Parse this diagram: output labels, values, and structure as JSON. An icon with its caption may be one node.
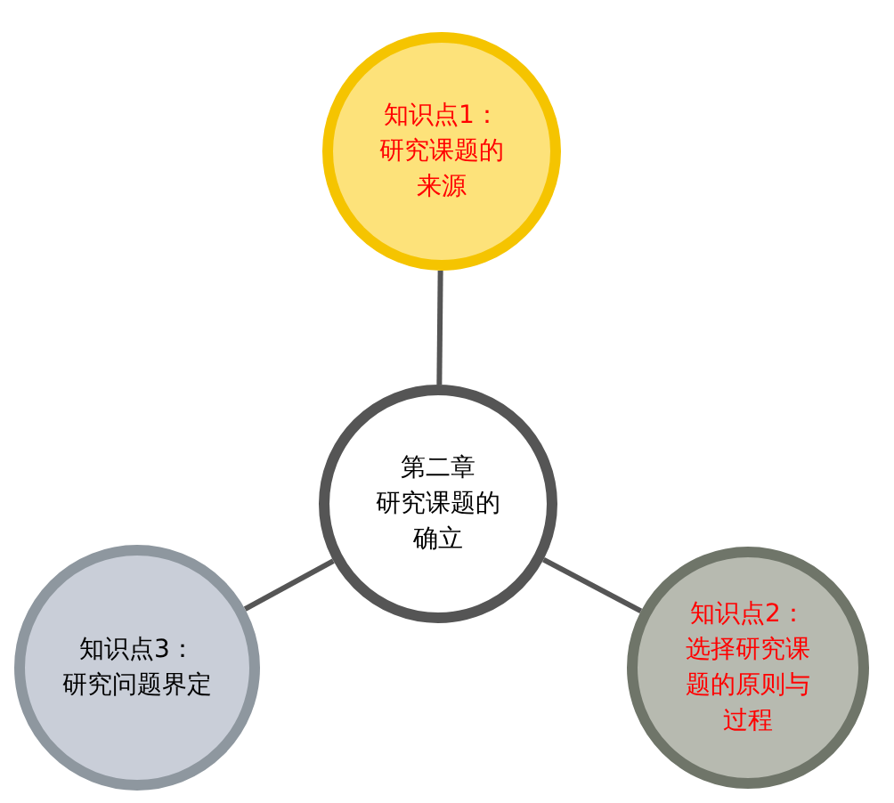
{
  "diagram": {
    "nodes": [
      {
        "text": [
          "第二章",
          "研究课题的确立"
        ]
      },
      {
        "text": [
          "知识点1：",
          "研究课题的来源"
        ]
      },
      {
        "text": [
          "知识点2：",
          "选择研究课题的原则与过程"
        ]
      },
      {
        "text": [
          "知识点3：",
          "研究问题界定"
        ]
      }
    ],
    "edges": [
      {
        "from": 0,
        "to": 1,
        "arrow": "none"
      },
      {
        "from": 0,
        "to": 2,
        "arrow": "none"
      },
      {
        "from": 0,
        "to": 3,
        "arrow": "none"
      }
    ]
  }
}
